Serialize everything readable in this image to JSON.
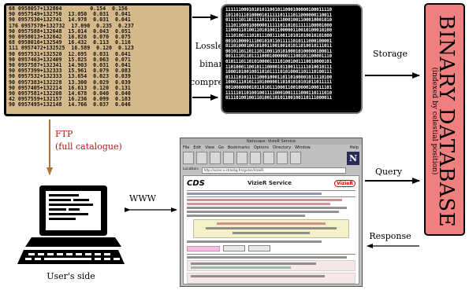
{
  "catalog": {
    "lines": [
      "68 0958057+132804         0.154  0.156",
      "90 0957549+132750  13.050  0.031  0.041",
      "90 0957530+132741  14.978  0.031  0.041",
      "176 0957578+132732  17.090  0.235  0.237",
      "90 0957588+132648  15.014  0.043  0.051",
      "90 0958013+132642  16.826  0.070  0.075",
      "68 0958016+132549  16.432  0.113  0.116",
      "111 0957472+132525  16.589  0.120  0.123",
      "90 0957531+132520  12.695  0.031  0.041",
      "90 0957463+132409  15.825  0.063  0.071",
      "90 0957587+132341  14.903  0.031  0.041",
      "90 0957399+132333  15.961  0.079  0.083",
      "90 0957532+132333  13.654  0.023  0.039",
      "90 0957383+132228  13.300  0.029  0.039",
      "90 0957405+132214  16.613  0.120  0.131",
      "90 0957581+132208  14.678  0.040  0.040",
      "42 0957559+132157  16.236  0.099  0.103",
      "90 0957495+132148  14.766  0.037  0.046"
    ]
  },
  "binary": {
    "lines": [
      "11111100010101011001011000100000100011110",
      "10110111010000101111101111011000000110011",
      "01111101101111011101110001001100010001010",
      "11101100010000001111101101011111100001000",
      "11000110100110101001100000110010100010100",
      "11101001110101110011100110101010010101000",
      "00101000011100101011011111010111000100001",
      "01101000100101001100100101011010010111011",
      "00101101101110110011010100010100000100011",
      "00111101101111000100000011100101100001110",
      "01011101101010000111101001001110010000101",
      "11010001100101110000101100111111010010111",
      "10001010010011010111101010001101110100111",
      "01111010111110001000110110100001011110100",
      "10001110101110100000110101010101011011111",
      "00100000001011010111000110010000100011101",
      "11111011010010011110001001111000110111010",
      "01110100100110100110101100100110111000011"
    ]
  },
  "labels": {
    "compression": [
      "Lossless",
      "binary",
      "compression"
    ],
    "storage": "Storage",
    "query": "Query",
    "response": "Response",
    "ftp_line1": "FTP",
    "ftp_line2": "(full catalogue)",
    "www": "WWW",
    "user_side": "User's side"
  },
  "database": {
    "title": "BINARY DATABASE",
    "subtitle": "(indexed by celestial position)"
  },
  "browser": {
    "title": "Netscape: VizieR Service",
    "menu": [
      "File",
      "Edit",
      "View",
      "Go",
      "Bookmarks",
      "Options",
      "Directory",
      "Window"
    ],
    "help": "Help",
    "location_label": "Location:",
    "location_url": "http://vizier.u-strasbg.fr/cgi-bin/VizieR",
    "page_logo": "CDS",
    "page_title": "VizieR Service",
    "page_badge": "VizieR"
  },
  "colors": {
    "catalog_bg": "#d6b98a",
    "database_bg": "#f08080",
    "ftp_arrow": "#b8702a",
    "ftp_text": "#b01818"
  }
}
